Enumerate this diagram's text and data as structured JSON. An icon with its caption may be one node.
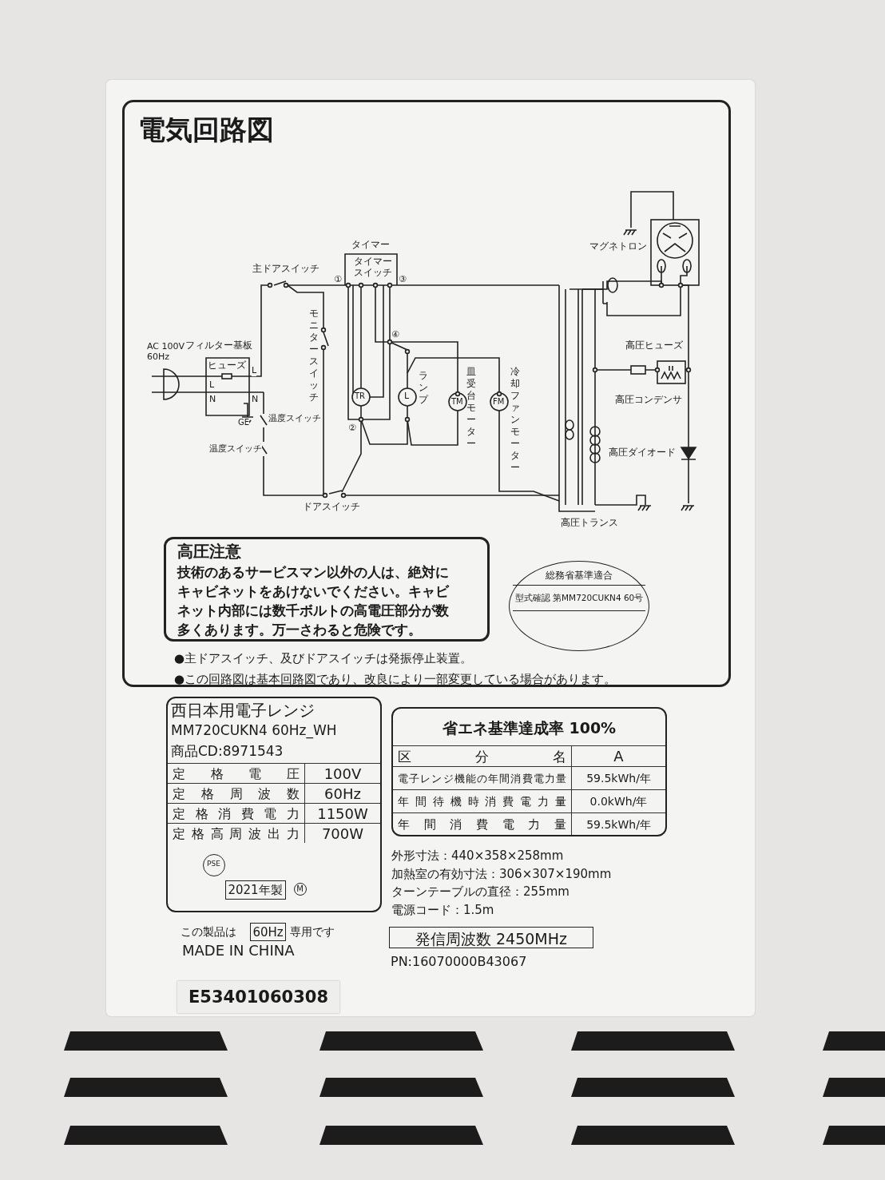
{
  "diagram": {
    "title": "電気回路図",
    "nodes": [
      {
        "text": [
          "高圧注意",
          "技術のあるサービスマン以外の人は、絶対にキャビネットをあけないでください。キャビネット内部には数千ボルトの高電圧部分が数多くあります。万一さわると危険です。"
        ]
      },
      {
        "text": [
          "総務省基準適合",
          "型式確認 第MM720CUKN4 60号"
        ]
      },
      {
        "text": [
          "西日本用電子レンジ",
          "MM720CUKN4 60Hz_WH",
          "商品CD:8971543"
        ]
      },
      {
        "text": [
          "PSE"
        ],
        "in": 2
      },
      {
        "text": [
          "2021年製"
        ],
        "in": 2
      },
      {
        "text": [
          "M"
        ],
        "in": 2
      },
      {
        "text": [
          "省エネ基準達成率 100%"
        ]
      },
      {
        "text": [
          "60Hz"
        ]
      },
      {
        "text": [
          "発信周波数 2450MHz"
        ]
      },
      {
        "text": [
          "E53401060308"
        ]
      }
    ],
    "labels": [
      "AC 100V 60Hz",
      "フィルター基板",
      "ヒューズ",
      "L",
      "L",
      "N",
      "N",
      "GE",
      "主ドアスイッチ",
      "モニタースイッチ",
      "温度スイッチ",
      "温度スイッチ",
      "ドアスイッチ",
      "タイマー",
      "タイマースイッチ",
      "①",
      "③",
      "④",
      "②",
      "TR",
      "L",
      "TM",
      "FM",
      "ランプ",
      "皿受台モーター",
      "冷却ファンモーター",
      "マグネトロン",
      "高圧ヒューズ",
      "高圧コンデンサ",
      "高圧ダイオード",
      "高圧トランス",
      "●主ドアスイッチ、及びドアスイッチは発振停止装置。",
      "●この回路図は基本回路図であり、改良により一部変更している場合があります。",
      "定格電圧",
      "100V",
      "定格周波数",
      "60Hz",
      "定格消費電力",
      "1150W",
      "定格高周波出力",
      "700W",
      "区分名",
      "A",
      "電子レンジ機能の年間消費電力量",
      "59.5kWh/年",
      "年間待機時消費電力量",
      "0.0kWh/年",
      "年間消費電力量",
      "59.5kWh/年",
      "外形寸法：440×358×258mm",
      "加熱室の有効寸法：306×307×190mm",
      "ターンテーブルの直径：255mm",
      "電源コード：1.5m",
      "この製品は",
      "専用です",
      "MADE IN CHINA",
      "PN:16070000B43067"
    ]
  }
}
